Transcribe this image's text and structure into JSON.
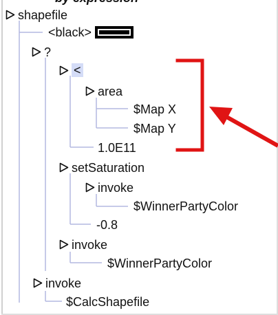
{
  "top_fragment": "by expression",
  "annotation_color": "#e01414",
  "selection_color": "#d4dcf7",
  "tree": {
    "root": {
      "label": "shapefile",
      "icon": "triangle-right-icon"
    },
    "black": {
      "label": "<black>",
      "swatch_color": "#000000"
    },
    "question": {
      "label": "?",
      "icon": "triangle-right-icon"
    },
    "lt": {
      "label": "<",
      "icon": "triangle-right-icon",
      "selected": true
    },
    "area": {
      "label": "area",
      "icon": "triangle-right-icon"
    },
    "map_x": {
      "label": "$Map X"
    },
    "map_y": {
      "label": "$Map Y"
    },
    "value_1e11": {
      "label": "1.0E11"
    },
    "set_saturation": {
      "label": "setSaturation",
      "icon": "triangle-right-icon"
    },
    "invoke_1": {
      "label": "invoke",
      "icon": "triangle-right-icon"
    },
    "winner_party_color_1": {
      "label": "$WinnerPartyColor"
    },
    "value_neg_08": {
      "label": "-0.8"
    },
    "invoke_2": {
      "label": "invoke",
      "icon": "triangle-right-icon"
    },
    "winner_party_color_2": {
      "label": "$WinnerPartyColor"
    },
    "invoke_3": {
      "label": "invoke",
      "icon": "triangle-right-icon"
    },
    "calc_shapefile": {
      "label": "$CalcShapefile"
    }
  }
}
